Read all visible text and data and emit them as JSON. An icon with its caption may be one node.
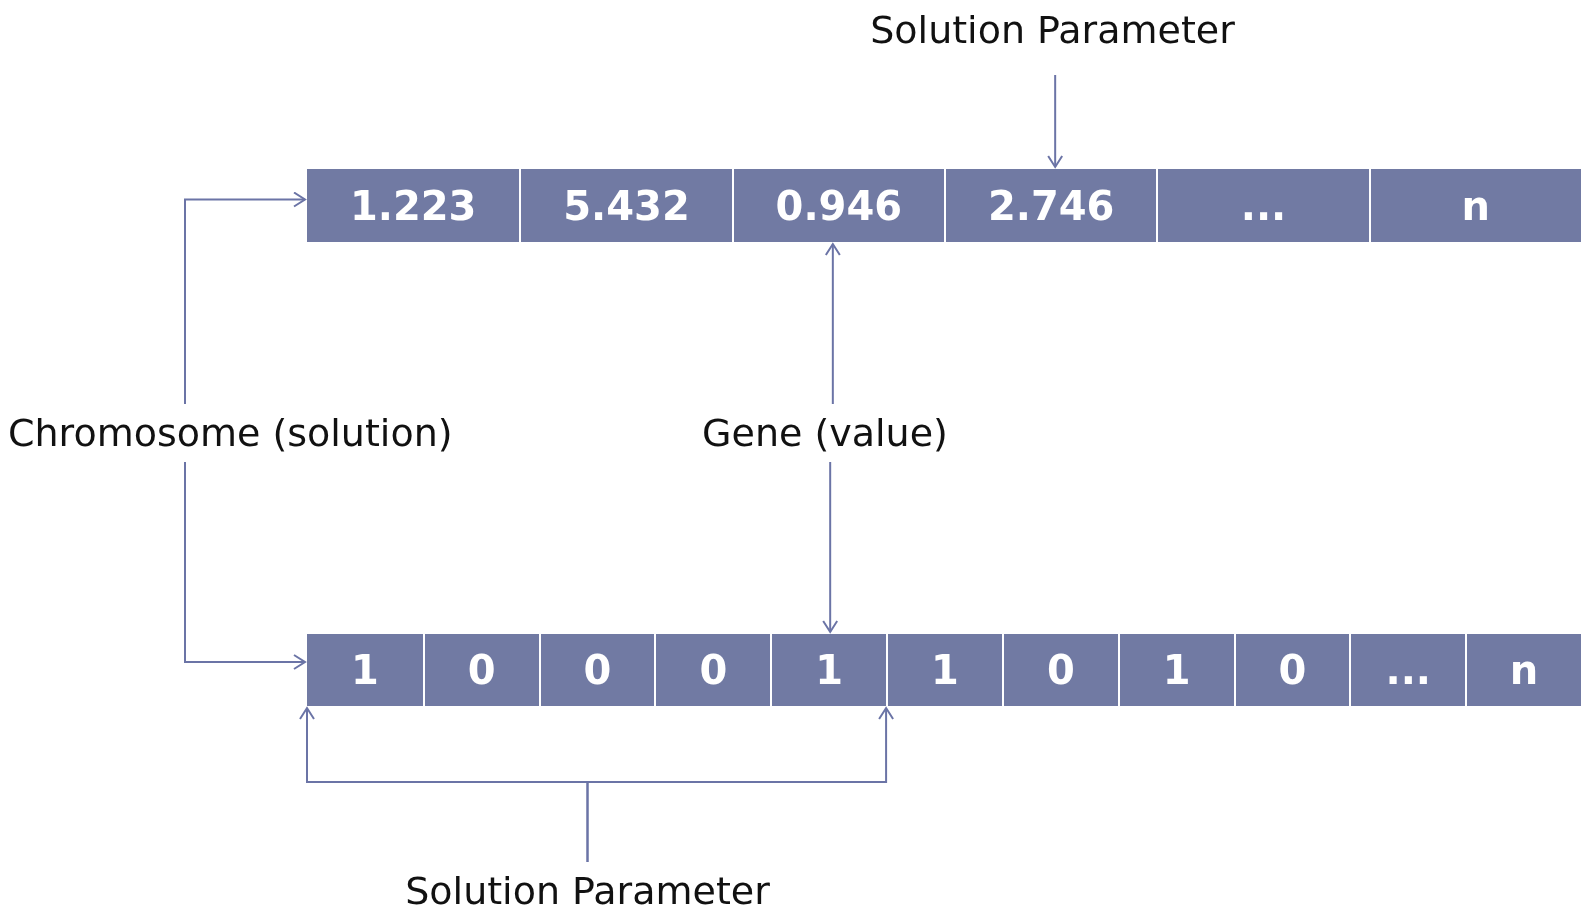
{
  "diagram": {
    "nodes": [
      {
        "text": [
          "Solution Parameter"
        ]
      },
      {
        "text": [],
        "shape": "bar"
      },
      {
        "text": [
          "1.223"
        ],
        "in": 1
      },
      {
        "text": [
          "5.432"
        ],
        "in": 1
      },
      {
        "text": [
          "0.946"
        ],
        "in": 1
      },
      {
        "text": [
          "2.746"
        ],
        "in": 1
      },
      {
        "text": [
          "..."
        ],
        "in": 1
      },
      {
        "text": [
          "n"
        ],
        "in": 1
      },
      {
        "text": [
          "Chromosome (solution)"
        ]
      },
      {
        "text": [
          "Gene (value)"
        ]
      },
      {
        "text": [],
        "shape": "bar"
      },
      {
        "text": [
          "1"
        ],
        "in": 10
      },
      {
        "text": [
          "0"
        ],
        "in": 10
      },
      {
        "text": [
          "0"
        ],
        "in": 10
      },
      {
        "text": [
          "0"
        ],
        "in": 10
      },
      {
        "text": [
          "1"
        ],
        "in": 10
      },
      {
        "text": [
          "1"
        ],
        "in": 10
      },
      {
        "text": [
          "0"
        ],
        "in": 10
      },
      {
        "text": [
          "1"
        ],
        "in": 10
      },
      {
        "text": [
          "0"
        ],
        "in": 10
      },
      {
        "text": [
          "..."
        ],
        "in": 10
      },
      {
        "text": [
          "n"
        ],
        "in": 10
      },
      {
        "text": [
          "Solution Parameter"
        ]
      }
    ],
    "edges": [
      {
        "from": 0,
        "to": 5,
        "arrow": "to"
      },
      {
        "from": 8,
        "to": 1,
        "arrow": "to"
      },
      {
        "from": 8,
        "to": 10,
        "arrow": "to"
      },
      {
        "from": 9,
        "to": 4,
        "arrow": "to"
      },
      {
        "from": 9,
        "to": 15,
        "arrow": "to"
      },
      {
        "from": 22,
        "to": 11,
        "arrow": "to"
      },
      {
        "from": 22,
        "to": 15,
        "arrow": "to"
      }
    ]
  }
}
